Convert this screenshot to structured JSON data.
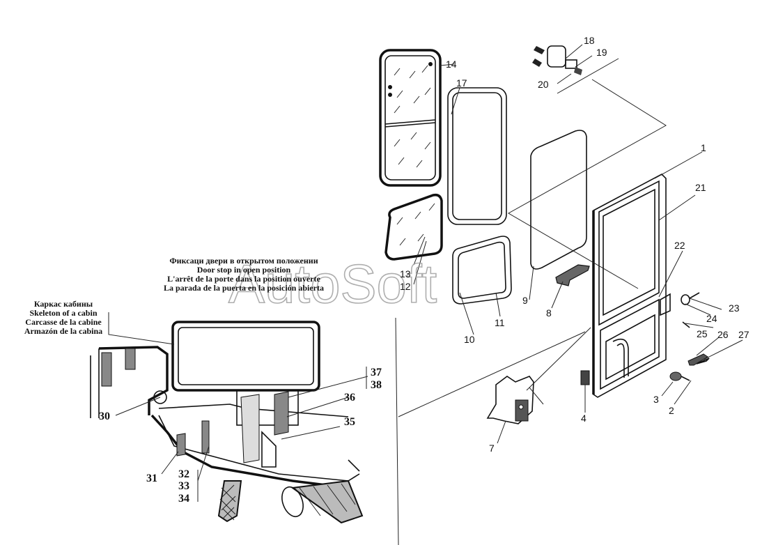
{
  "watermark": "AutoSoft",
  "captions": {
    "door_stop": [
      "Фиксаци двери в открытом положении",
      "Door stop in open position",
      "L'arrêt de la porte dans la position ouverte",
      "La parada de la puerta en la posición abierta"
    ],
    "skeleton": [
      "Каркас кабины",
      "Skeleton of a cabin",
      "Carcasse de la cabine",
      "Armazón de la cabina"
    ]
  },
  "labels": {
    "n1": "1",
    "n2": "2",
    "n3": "3",
    "n4": "4",
    "n7": "7",
    "n8": "8",
    "n9": "9",
    "n10": "10",
    "n11": "11",
    "n12": "12",
    "n13": "13",
    "n14": "14",
    "n17": "17",
    "n18": "18",
    "n19": "19",
    "n20": "20",
    "n21": "21",
    "n22": "22",
    "n23": "23",
    "n24": "24",
    "n25": "25",
    "n26": "26",
    "n27": "27",
    "n30": "30",
    "n31": "31",
    "n32": "32",
    "n33": "33",
    "n34": "34",
    "n35": "35",
    "n36": "36",
    "n37": "37",
    "n38": "38"
  }
}
